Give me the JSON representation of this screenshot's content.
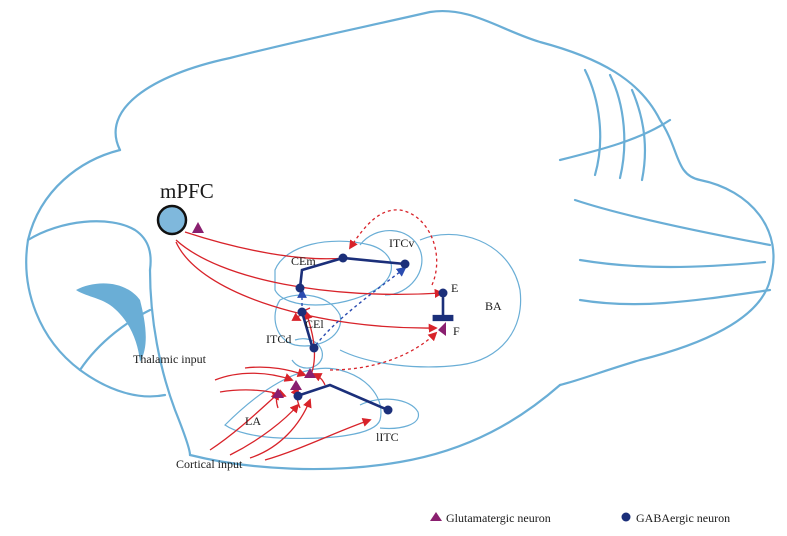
{
  "labels": {
    "mpfc": "mPFC",
    "itcv": "ITCv",
    "cem": "CEm",
    "e": "E",
    "ba": "BA",
    "cel": "CEl",
    "f": "F",
    "itcd": "ITCd",
    "thalamic_input": "Thalamic input",
    "la": "LA",
    "litc": "lITC",
    "cortical_input": "Cortical input"
  },
  "legend": {
    "glutamatergic": "Glutamatergic neuron",
    "gabaergic": "GABAergic neuron"
  },
  "colors": {
    "brain_outline": "#6aaed6",
    "excitatory_projection": "#d8232a",
    "inhibitory_projection": "#1b2f7a",
    "glutamatergic_neuron": "#8a1f6f",
    "gabaergic_neuron": "#1b2f7a",
    "mpfc_fill": "#7fb8dc"
  }
}
